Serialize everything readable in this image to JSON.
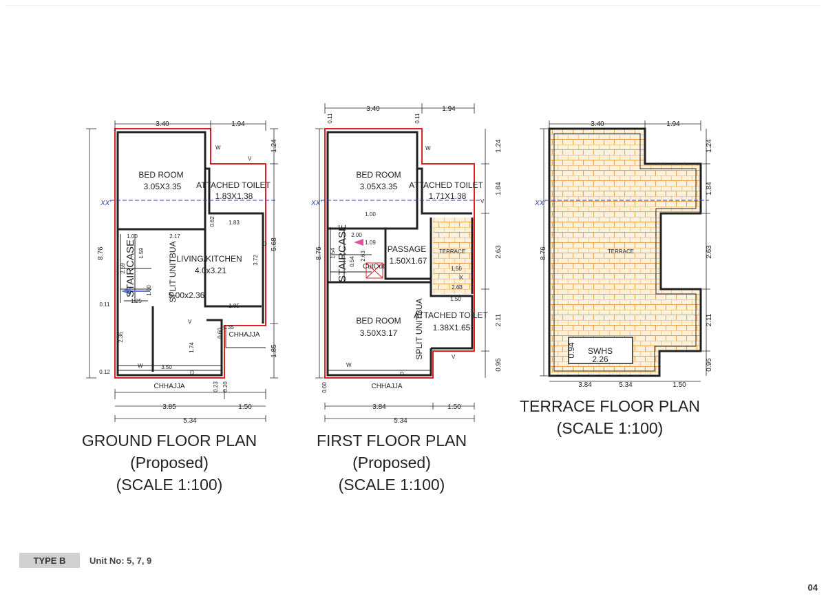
{
  "ground": {
    "title": "GROUND FLOOR PLAN",
    "subtitle": "(Proposed)",
    "scale": "(SCALE 1:100)",
    "rooms": {
      "bed_name": "BED ROOM",
      "bed_size": "3.05X3.35",
      "toilet_name": "ATTACHED TOILET",
      "toilet_size": "1.83X1.38",
      "living_name": "LIVING/KITCHEN",
      "living_size": "4.0x3.21",
      "split_name": "SPLIT UNITBUA",
      "split_size": "5.00x2.36",
      "staircase": "STAIRCASE",
      "chhajja_side": "CHHAJJA",
      "chhajja_bottom": "CHHAJJA",
      "section": "XX'"
    },
    "dims": {
      "top1": "3.40",
      "top2": "1.94",
      "left_total": "8.76",
      "r1": "1.24",
      "r2": "5.68",
      "r3": "1.85",
      "bottom1": "3.85",
      "bottom2": "1.50",
      "bottom_total": "5.34",
      "d_217": "2.17",
      "d_062": "0.62",
      "d_183": "1.83",
      "d_100": "1.00",
      "d_159": "1.59",
      "d_259": "2.59",
      "d_100b": "1.00",
      "d_125": "1.25",
      "d_372": "3.72",
      "d_185": "1.85",
      "d_035": "0.35",
      "d_060": "0.60",
      "d_236": "2.36",
      "d_174": "1.74",
      "d_350": "3.50",
      "d_011": "0.11",
      "d_012": "0.12",
      "d_023": "0.23",
      "d_020": "0.20"
    },
    "marks": {
      "w1": "W",
      "v1": "V",
      "d1": "D",
      "w2": "W",
      "d2": "D",
      "v2": "V"
    }
  },
  "first": {
    "title": "FIRST FLOOR PLAN",
    "subtitle": "(Proposed)",
    "scale": "(SCALE 1:100)",
    "rooms": {
      "bed1_name": "BED ROOM",
      "bed1_size": "3.05X3.35",
      "toilet1_name": "ATTACHED TOILET",
      "toilet1_size": "1.71X1.38",
      "passage_name": "PASSAGE",
      "passage_size": "1.50X1.67",
      "terrace": "TERRACE",
      "bed2_name": "BED ROOM",
      "bed2_size": "3.50X3.17",
      "toilet2_name": "ATTACHED TOILET",
      "toilet2_size": "1.38X1.65",
      "split": "SPLIT UNITBUA",
      "staircase": "STAIRCASE",
      "cutout": "CutOut",
      "chhajja": "CHHAJJA",
      "section": "XX'"
    },
    "dims": {
      "top1": "3.40",
      "top2": "1.94",
      "top_011a": "0.11",
      "top_011b": "0.11",
      "left_total": "8.76",
      "r1": "1.24",
      "r2": "1.84",
      "r3": "2.63",
      "r4": "2.11",
      "r5": "0.95",
      "bottom1": "3.84",
      "bottom2": "1.50",
      "bottom_total": "5.34",
      "d_100": "1.00",
      "d_200": "2.00",
      "d_109": "1.09",
      "d_154": "1.54",
      "d_054": "0.54",
      "d_263": "2.63",
      "d_150": "1.50",
      "d_150t": "1.50",
      "d_263t": "2.63",
      "d_x": "X",
      "d_060": "0.60"
    },
    "marks": {
      "w1": "W",
      "v1": "V",
      "w2": "W",
      "d1": "D",
      "v2": "V"
    }
  },
  "terrace": {
    "title": "TERRACE FLOOR PLAN",
    "scale": "(SCALE 1:100)",
    "label": "TERRACE",
    "swhs": "SWHS",
    "swhs_w": "2.26",
    "swhs_h": "0.94",
    "section": "XX'",
    "dims": {
      "top1": "3.40",
      "top2": "1.94",
      "left_total": "8.76",
      "r1": "1.24",
      "r2": "1.84",
      "r3": "2.63",
      "r4": "2.11",
      "r5": "0.95",
      "b1": "3.84",
      "b2": "5.34",
      "b3": "1.50"
    }
  },
  "footer": {
    "type": "TYPE B",
    "units": "Unit No: 5, 7, 9",
    "page": "04"
  },
  "colors": {
    "outline": "#e32022",
    "wall": "#222222",
    "terrace_grid": "#e7a14a",
    "terrace_fill": "#fdf1dc",
    "section": "#2d3bb5"
  }
}
